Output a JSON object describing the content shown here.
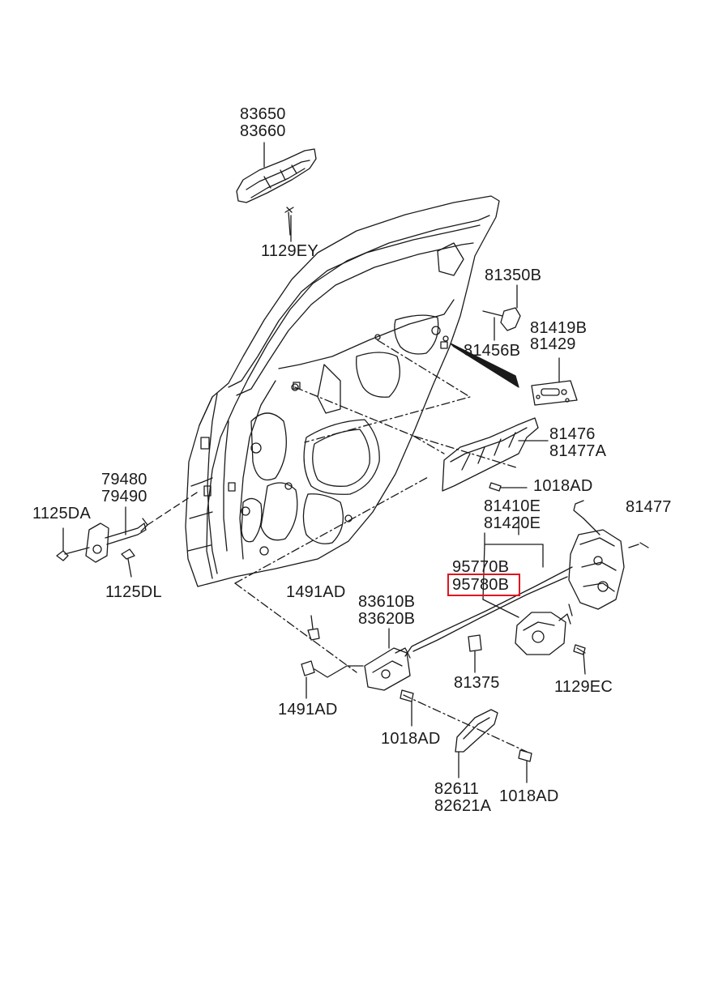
{
  "diagram": {
    "highlight_color": "#e0141e",
    "highlighted_part": "95780B",
    "labels": {
      "p83650": "83650",
      "p83660": "83660",
      "p1129EY": "1129EY",
      "p81350B": "81350B",
      "p81456B": "81456B",
      "p81419B": "81419B",
      "p81429": "81429",
      "p81476": "81476",
      "p81477A": "81477A",
      "p1018AD_a": "1018AD",
      "p81410E": "81410E",
      "p81420E": "81420E",
      "p81477": "81477",
      "p95770B": "95770B",
      "p95780B": "95780B",
      "p79480": "79480",
      "p79490": "79490",
      "p1125DA": "1125DA",
      "p1125DL": "1125DL",
      "p1491AD_a": "1491AD",
      "p83610B": "83610B",
      "p83620B": "83620B",
      "p81375": "81375",
      "p1129EC": "1129EC",
      "p1491AD_b": "1491AD",
      "p1018AD_b": "1018AD",
      "p82611": "82611",
      "p82621A": "82621A",
      "p1018AD_c": "1018AD"
    }
  }
}
